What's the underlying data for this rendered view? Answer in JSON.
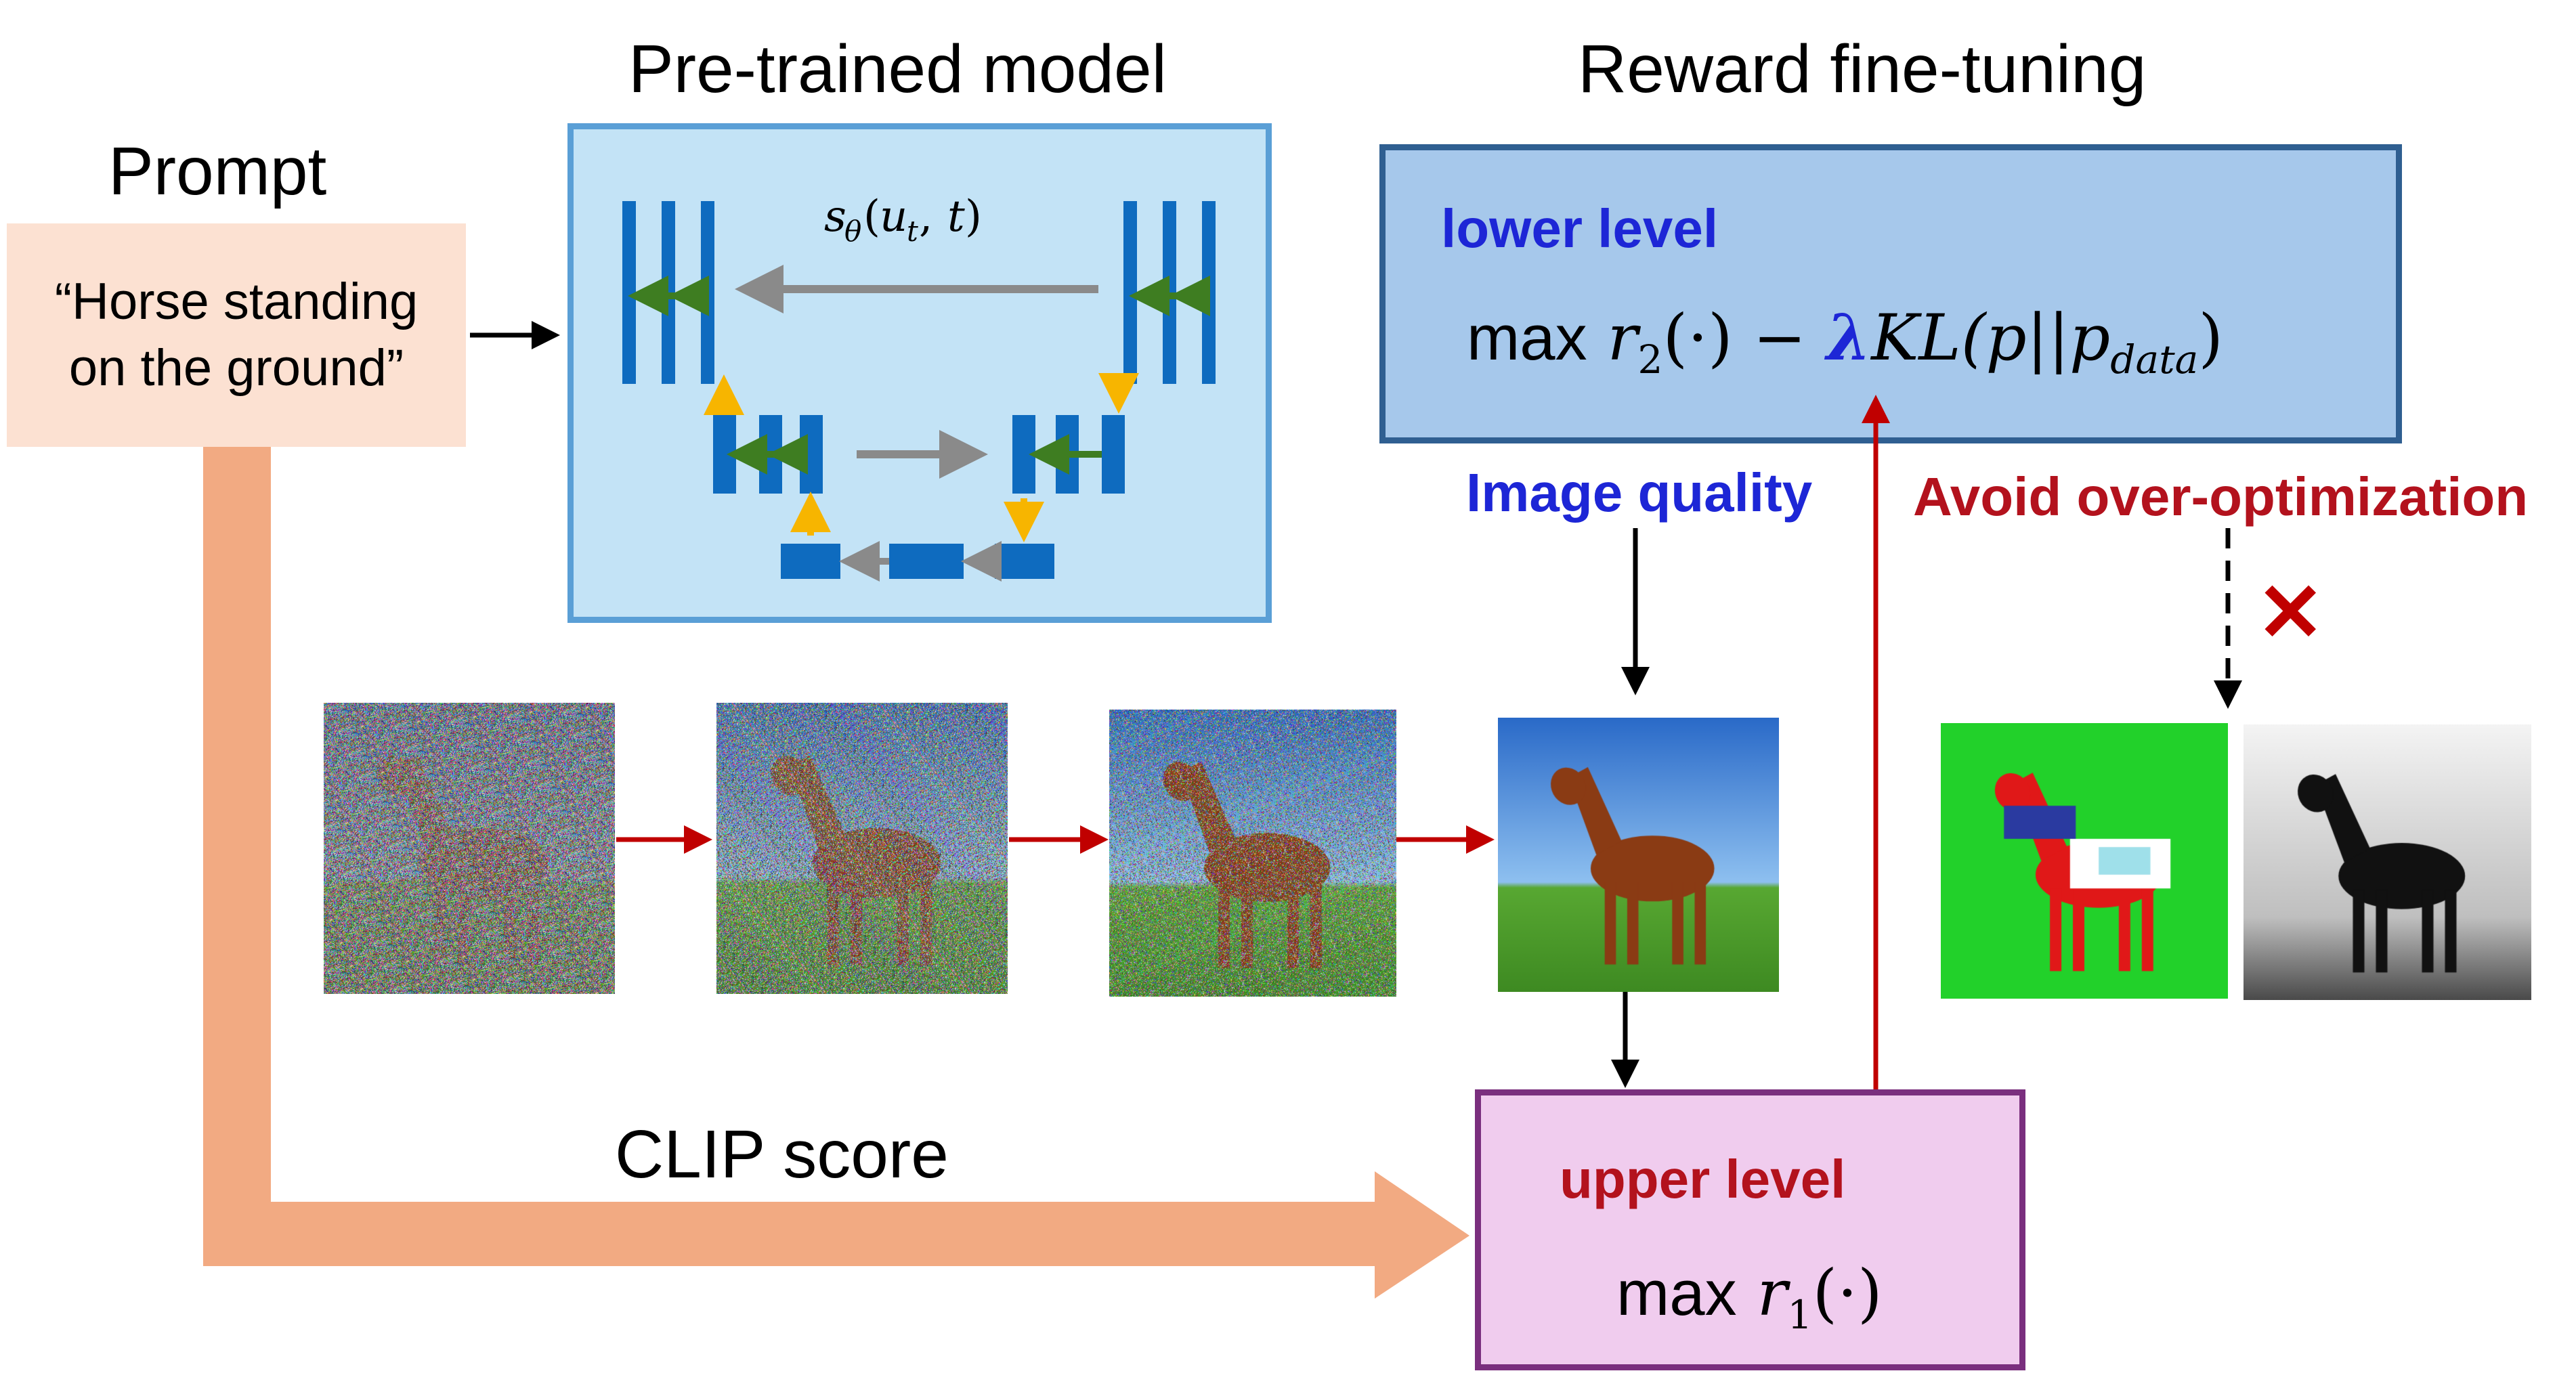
{
  "titles": {
    "prompt": "Prompt",
    "pretrained": "Pre-trained model",
    "reward": "Reward fine-tuning"
  },
  "prompt_text": {
    "line1": "“Horse standing",
    "line2": "on the ground”"
  },
  "unet_label": "s_θ(u_t, t)",
  "lower_level": {
    "label": "lower level",
    "formula": {
      "max": "max",
      "r": "r",
      "sub": "2",
      "args": "(·) −",
      "lambda": "λ",
      "kl": "KL(p||p",
      "kl_sub": "data",
      "close": ")"
    }
  },
  "upper_level": {
    "label": "upper level",
    "formula": {
      "max": "max",
      "r": "r",
      "sub": "1",
      "args": "(·)"
    }
  },
  "annotations": {
    "image_quality": "Image quality",
    "avoid": "Avoid over-optimization",
    "clip_score": "CLIP score",
    "cross": "✕"
  },
  "colors": {
    "prompt_fill": "#fce1d2",
    "pretrained_fill": "#c3e3f6",
    "pretrained_border": "#5a9fd6",
    "reward_fill": "#a6c8eb",
    "reward_border": "#2f5f91",
    "upper_fill": "#f0ccee",
    "upper_border": "#7a2f7e",
    "clip_arrow": "#f2aa82",
    "unet_blocks": "#0e6bbf",
    "skip_arrows": "#3e7d21",
    "updown_arrows": "#f7b500",
    "flow_arrows": "#c00000",
    "label_blue": "#1d26d6",
    "label_red": "#b3121d"
  },
  "images": [
    "noisy-horse-level-1",
    "noisy-horse-level-2",
    "noisy-horse-level-3",
    "clean-horse",
    "over-optimized-color-horse",
    "over-optimized-bw-horse"
  ]
}
